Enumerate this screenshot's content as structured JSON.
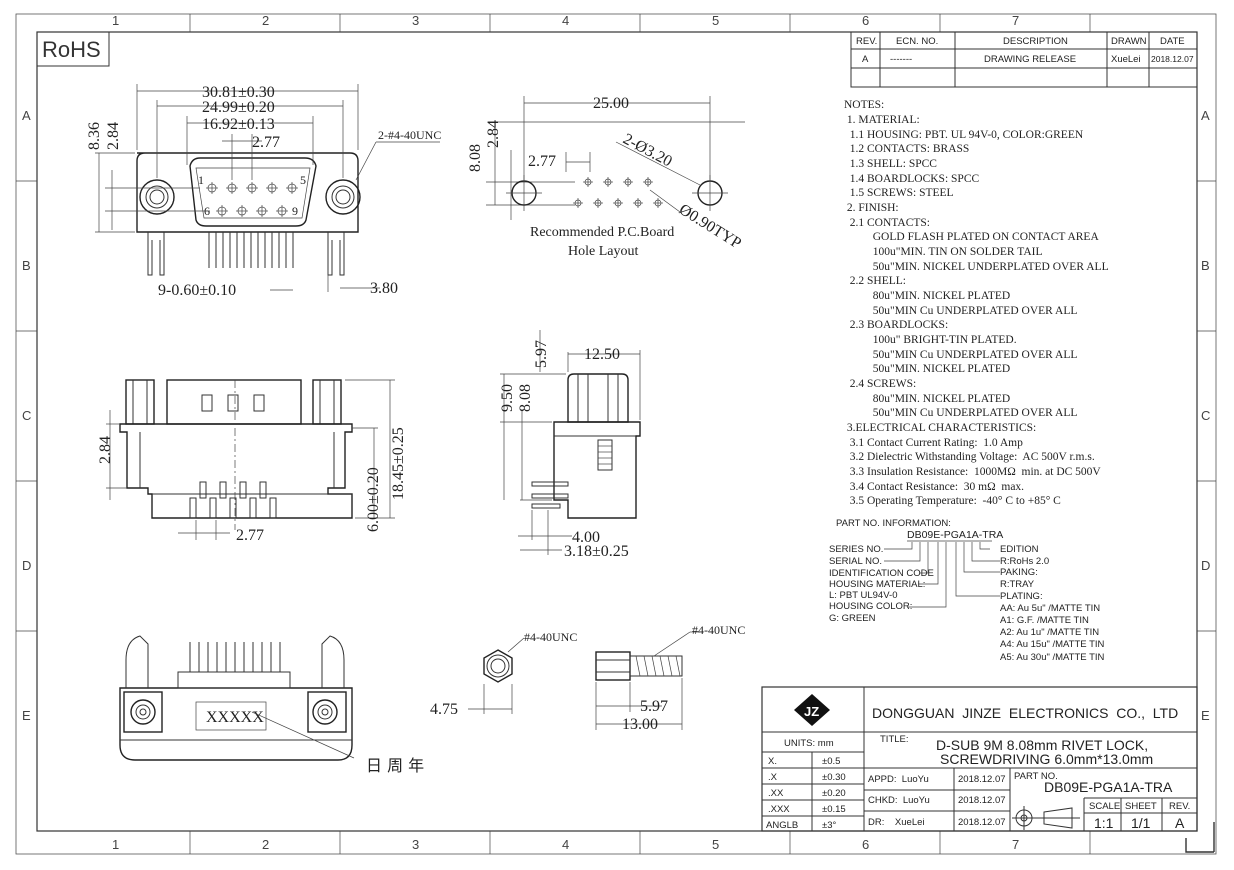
{
  "frame": {
    "cols": [
      "1",
      "2",
      "3",
      "4",
      "5",
      "6",
      "7"
    ],
    "rows": [
      "A",
      "B",
      "C",
      "D",
      "E"
    ]
  },
  "rohs": "RoHS",
  "revision": {
    "headers": [
      "REV.",
      "ECN. NO.",
      "DESCRIPTION",
      "DRAWN",
      "DATE"
    ],
    "row": [
      "A",
      "-------",
      "DRAWING RELEASE",
      "XueLei",
      "2018.12.07"
    ]
  },
  "top_view": {
    "dims": [
      "30.81±0.30",
      "24.99±0.20",
      "16.92±0.13",
      "2.77",
      "8.36",
      "2.84",
      "2-#4-40UNC",
      "9-0.60±0.10",
      "3.80"
    ],
    "pins": [
      "1",
      "5",
      "6",
      "9"
    ]
  },
  "pcb_layout": {
    "dims": [
      "25.00",
      "8.08",
      "2.84",
      "2.77",
      "2-Ø3.20",
      "Ø0.90TYP"
    ],
    "caption": [
      "Recommended P.C.Board",
      "Hole Layout"
    ]
  },
  "front_view": {
    "dims": [
      "2.84",
      "6.00±0.20",
      "18.45±0.25",
      "2.77"
    ]
  },
  "side_view": {
    "dims": [
      "5.97",
      "12.50",
      "9.50",
      "8.08",
      "4.00",
      "3.18±0.25"
    ]
  },
  "bottom_view": {
    "marking": "XXXXX",
    "date_mark": "日 周 年"
  },
  "hex_nut": {
    "dims": [
      "#4-40UNC",
      "4.75"
    ]
  },
  "screw": {
    "dims": [
      "#4-40UNC",
      "5.97",
      "13.00"
    ]
  },
  "notes": [
    "NOTES:",
    " 1. MATERIAL:",
    "  1.1 HOUSING: PBT. UL 94V-0, COLOR:GREEN",
    "  1.2 CONTACTS: BRASS",
    "  1.3 SHELL: SPCC",
    "  1.4 BOARDLOCKS: SPCC",
    "  1.5 SCREWS: STEEL",
    " 2. FINISH:",
    "  2.1 CONTACTS:",
    "          GOLD FLASH PLATED ON CONTACT AREA",
    "          100u\"MIN. TIN ON SOLDER TAIL",
    "          50u\"MIN. NICKEL UNDERPLATED OVER ALL",
    "  2.2 SHELL:",
    "          80u\"MIN. NICKEL PLATED",
    "          50u\"MIN Cu UNDERPLATED OVER ALL",
    "  2.3 BOARDLOCKS:",
    "          100u\" BRIGHT-TIN PLATED.",
    "          50u\"MIN Cu UNDERPLATED OVER ALL",
    "          50u\"MIN. NICKEL PLATED",
    "  2.4 SCREWS:",
    "          80u\"MIN. NICKEL PLATED",
    "          50u\"MIN Cu UNDERPLATED OVER ALL",
    " 3.ELECTRICAL CHARACTERISTICS:",
    "  3.1 Contact Current Rating:  1.0 Amp",
    "  3.2 Dielectric Withstanding Voltage:  AC 500V r.m.s.",
    "  3.3 Insulation Resistance:  1000MΩ  min. at DC 500V",
    "  3.4 Contact Resistance:  30 mΩ  max.",
    "  3.5 Operating Temperature:  -40° C to +85° C"
  ],
  "part_info": {
    "title": "PART NO. INFORMATION:",
    "part": "DB09E-PGA1A-TRA",
    "left": [
      "SERIES NO.",
      "SERIAL NO.",
      "IDENTIFICATION CODE",
      "HOUSING MATERIAL:",
      "L: PBT UL94V-0",
      "HOUSING COLOR:",
      "G: GREEN"
    ],
    "right": [
      "EDITION",
      "R:RoHs  2.0",
      "PAKING:",
      "R:TRAY",
      "PLATING:",
      "AA: Au 5u\" /MATTE TIN",
      "A1: G.F. /MATTE TIN",
      "A2: Au 1u\" /MATTE TIN",
      "A4: Au 15u\" /MATTE TIN",
      "A5: Au 30u\" /MATTE TIN"
    ]
  },
  "title_block": {
    "company": "DONGGUAN  JINZE  ELECTRONICS  CO.,  LTD",
    "units": "UNITS:  mm",
    "tol": [
      [
        "X.",
        "±0.5"
      ],
      [
        ".X",
        "±0.30"
      ],
      [
        ".XX",
        "±0.20"
      ],
      [
        ".XXX",
        "±0.15"
      ],
      [
        "ANGLB",
        "±3°"
      ]
    ],
    "title_label": "TITLE:",
    "title": [
      "D-SUB 9M 8.08mm RIVET LOCK,",
      "SCREWDRIVING 6.0mm*13.0mm"
    ],
    "appd": "APPD:  LuoYu",
    "chkd": "CHKD:  LuoYu",
    "dr": "DR:    XueLei",
    "dates": [
      "2018.12.07",
      "2018.12.07",
      "2018.12.07"
    ],
    "partno_label": "PART NO.",
    "partno": "DB09E-PGA1A-TRA",
    "scale_h": "SCALE",
    "sheet_h": "SHEET",
    "rev_h": "REV.",
    "scale": "1:1",
    "sheet": "1/1",
    "rev": "A"
  }
}
